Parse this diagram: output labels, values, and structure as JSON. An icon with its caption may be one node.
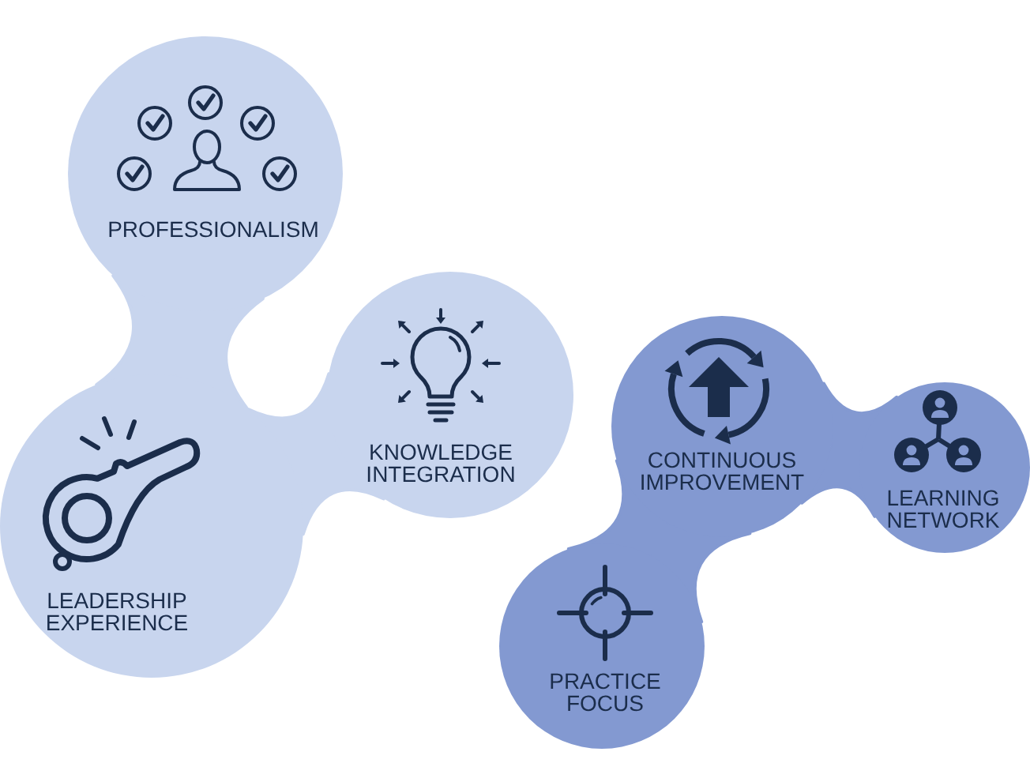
{
  "diagram": {
    "nodes": [
      {
        "text": [
          "PROFESSIONALISM"
        ]
      },
      {
        "text": [
          "LEADERSHIP EXPERIENCE"
        ]
      },
      {
        "text": [
          "KNOWLEDGE INTEGRATION"
        ]
      },
      {
        "text": [
          "CONTINUOUS IMPROVEMENT"
        ]
      },
      {
        "text": [
          "LEARNING NETWORK"
        ]
      },
      {
        "text": [
          "PRACTICE FOCUS"
        ]
      }
    ],
    "edges": [
      {
        "from": 0,
        "to": 1,
        "arrow": "none",
        "color": "#c8d5ee"
      },
      {
        "from": 1,
        "to": 2,
        "arrow": "none",
        "color": "#c8d5ee"
      },
      {
        "from": 3,
        "to": 4,
        "arrow": "none",
        "color": "#8399d1"
      },
      {
        "from": 3,
        "to": 5,
        "arrow": "none",
        "color": "#8399d1"
      }
    ]
  }
}
